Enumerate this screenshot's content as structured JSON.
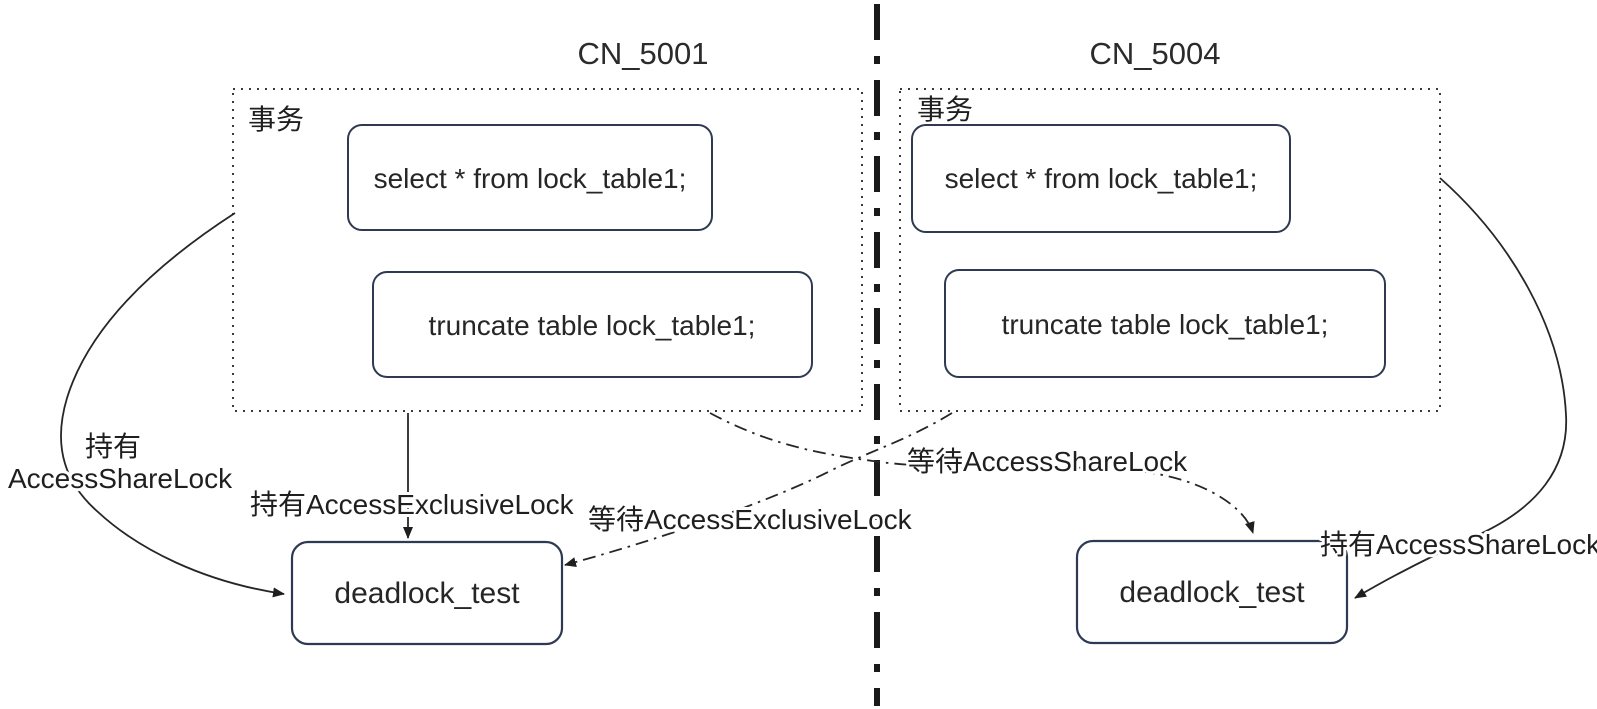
{
  "colors": {
    "background": "#ffffff",
    "box_border": "#2f3a52",
    "text": "#1f1f1f",
    "line": "#262626",
    "divider": "#1a1a1a",
    "dotted_border": "#3a3a3a"
  },
  "left": {
    "title": "CN_5001",
    "transaction_label": "事务",
    "select_statement": "select * from lock_table1;",
    "truncate_statement": "truncate table lock_table1;",
    "table_name": "deadlock_test"
  },
  "right": {
    "title": "CN_5004",
    "transaction_label": "事务",
    "select_statement": "select * from lock_table1;",
    "truncate_statement": "truncate table lock_table1;",
    "table_name": "deadlock_test"
  },
  "edges": {
    "left_hold_share_line1": "持有",
    "left_hold_share_line2": "AccessShareLock",
    "left_hold_exclusive": "持有AccessExclusiveLock",
    "wait_exclusive": "等待AccessExclusiveLock",
    "wait_share": "等待AccessShareLock",
    "right_hold_share": "持有AccessShareLock"
  }
}
